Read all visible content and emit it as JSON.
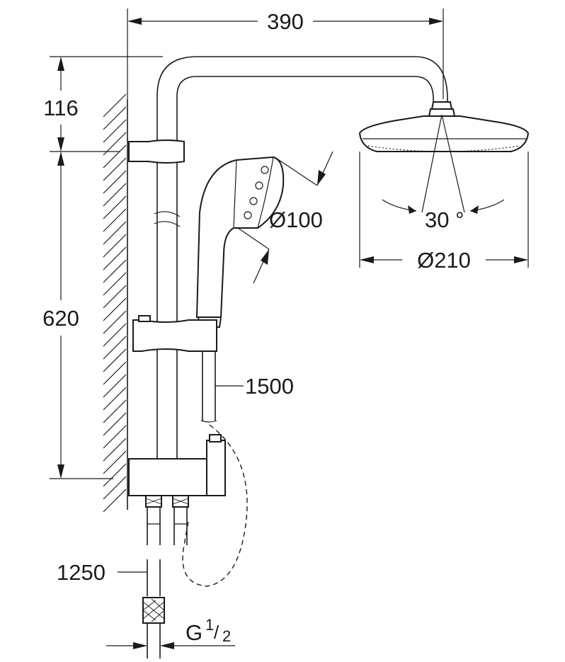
{
  "dimensions": {
    "width_390": "390",
    "height_116": "116",
    "height_620": "620",
    "handshower_diameter": "Ø100",
    "headshower_diameter": "Ø210",
    "tilt_angle": "30 °",
    "hose_length_1500": "1500",
    "hose_length_1250": "1250",
    "thread_prefix": "G",
    "thread_num": "1",
    "thread_den": "2"
  },
  "colors": {
    "line": "#1a1a1a",
    "background": "#ffffff"
  }
}
